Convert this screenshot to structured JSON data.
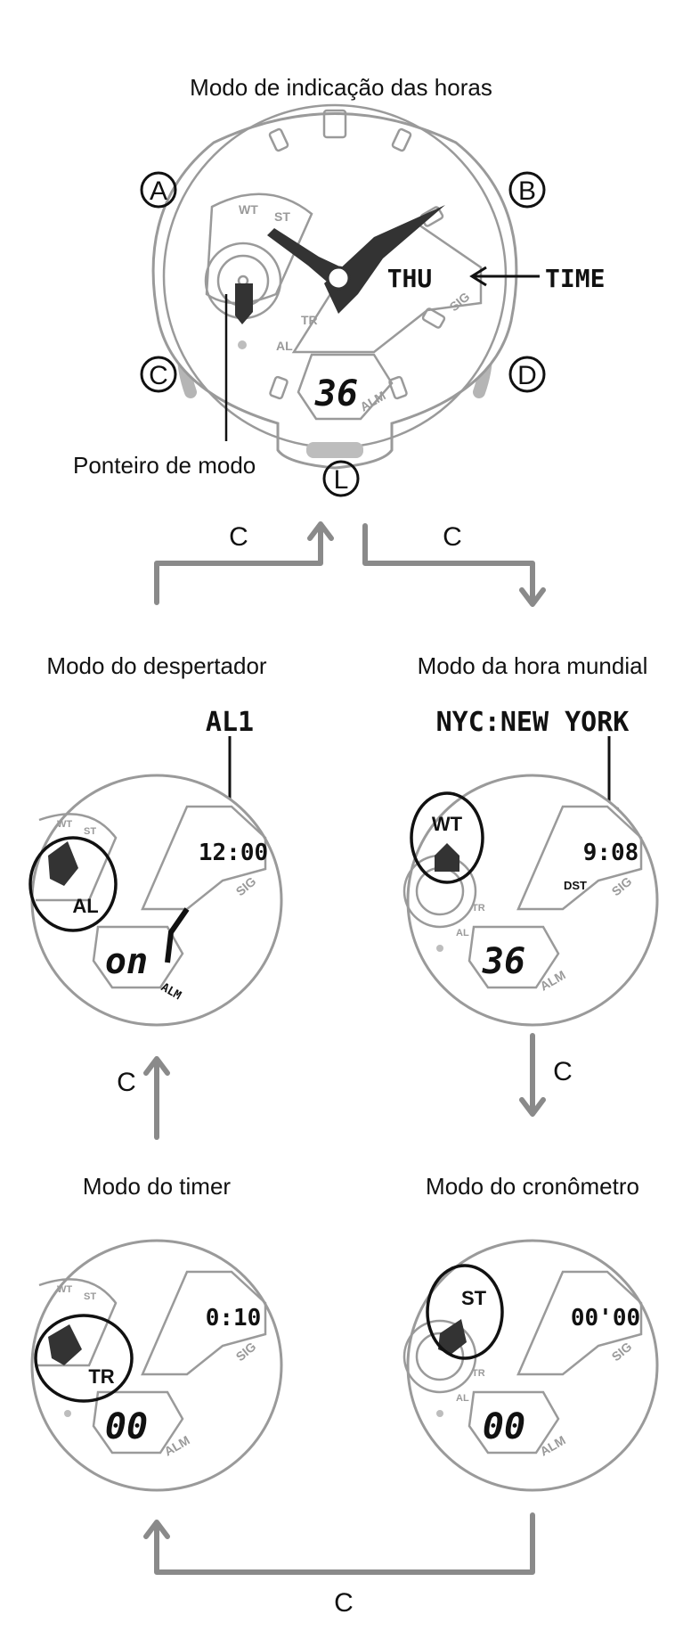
{
  "modes": {
    "timekeeping": {
      "title": "Modo de indicação das horas",
      "display_top": "THU",
      "display_bottom": "36",
      "callout": "TIME",
      "pointer_label": "Ponteiro de modo"
    },
    "alarm": {
      "title": "Modo do despertador",
      "callout": "AL1",
      "display_top": "12:00",
      "display_bottom": "on",
      "indicator": "ALM",
      "highlight": "AL"
    },
    "world_time": {
      "title": "Modo da hora mundial",
      "callout": "NYC:NEW YORK",
      "display_top": "9:08",
      "display_mid": "DST",
      "display_bottom": "36",
      "highlight": "WT"
    },
    "timer": {
      "title": "Modo do timer",
      "display_top": "0:10",
      "display_bottom": "00",
      "highlight": "TR"
    },
    "stopwatch": {
      "title": "Modo do cronômetro",
      "display_top": "00'00",
      "display_bottom": "00",
      "highlight": "ST"
    }
  },
  "buttons": {
    "a": "A",
    "b": "B",
    "c": "C",
    "d": "D",
    "l": "L"
  },
  "dial_marks": {
    "wt": "WT",
    "st": "ST",
    "tr": "TR",
    "al": "AL",
    "sig": "SIG",
    "alm": "ALM"
  },
  "transition_label": "C"
}
